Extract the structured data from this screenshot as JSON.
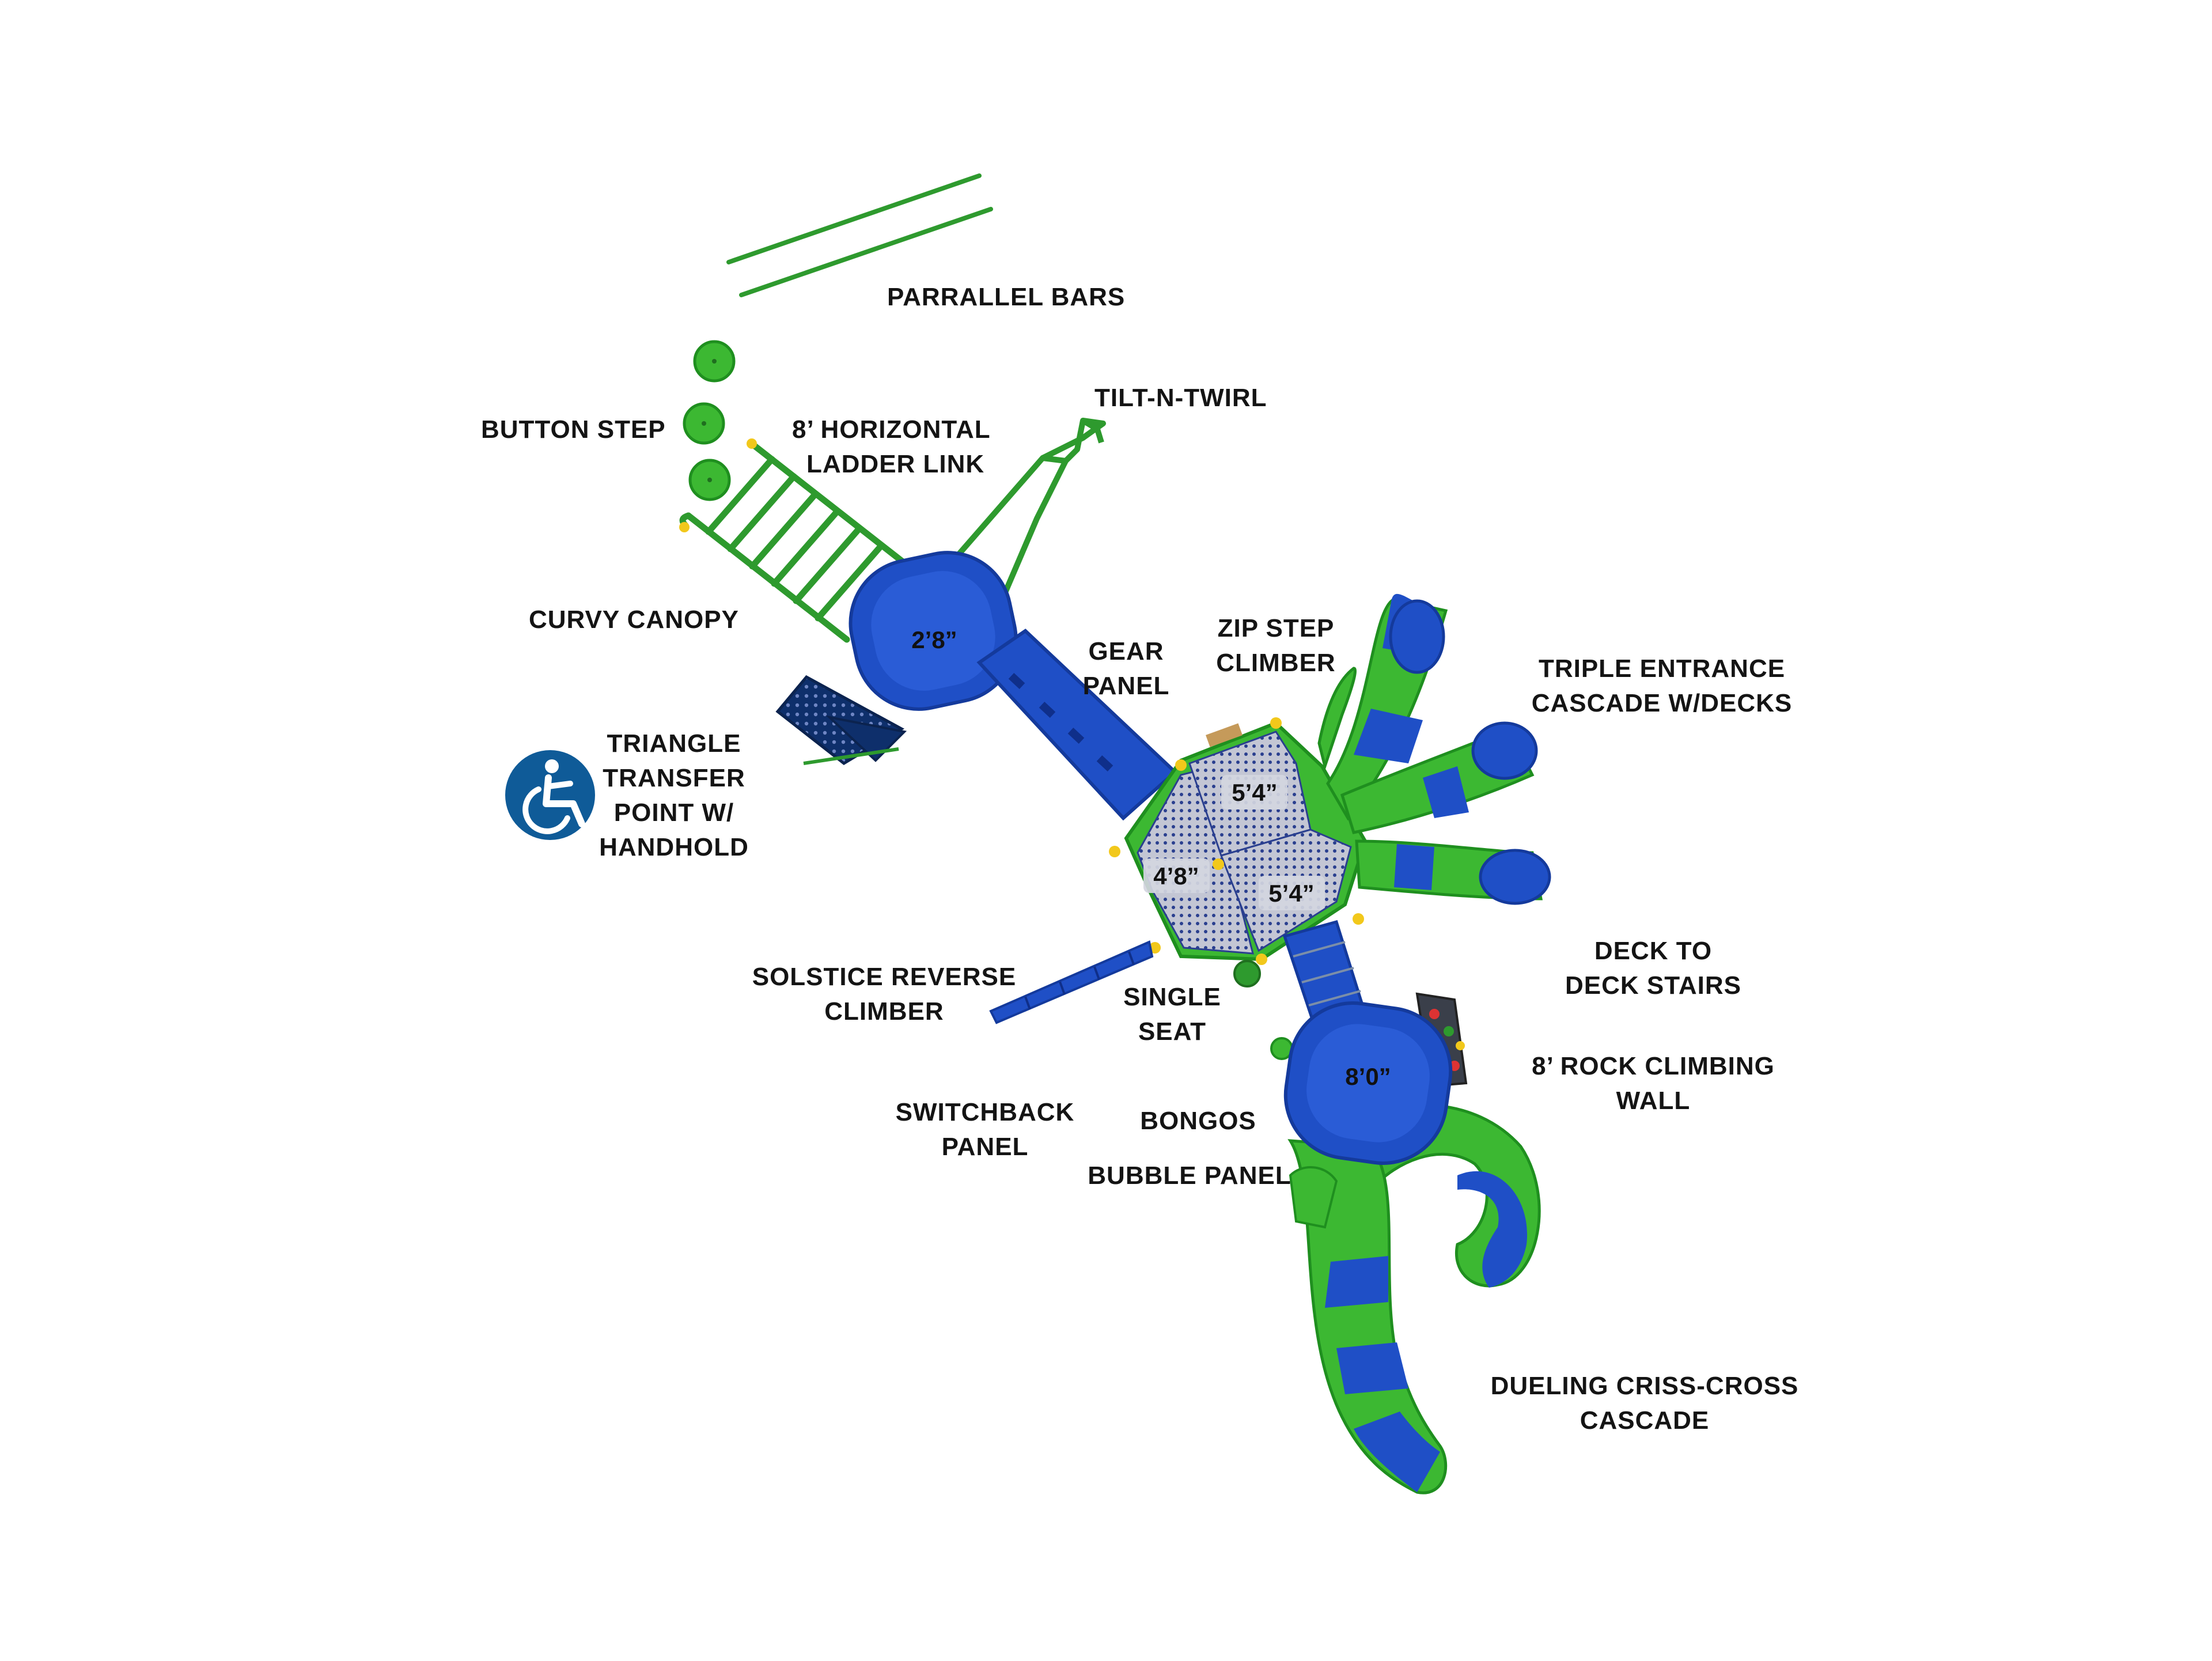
{
  "colors": {
    "blue": "#1f4fc6",
    "blue_dark": "#143a9c",
    "green": "#3cb832",
    "green_dark": "#1f8f1f",
    "navy": "#0e2f6b",
    "deck_gray": "#b8bccb",
    "yellow": "#f2c81b",
    "label": "#141414",
    "accessibility_badge": "#0f5b98"
  },
  "labels": {
    "parallel_bars": "PARRALLEL BARS",
    "tilt_n_twirl": "TILT-N-TWIRL",
    "button_step": "BUTTON STEP",
    "horizontal_ladder_1": "8’ HORIZONTAL",
    "horizontal_ladder_2": "LADDER LINK",
    "curvy_canopy": "CURVY CANOPY",
    "gear_panel_1": "GEAR",
    "gear_panel_2": "PANEL",
    "zip_step_1": "ZIP STEP",
    "zip_step_2": "CLIMBER",
    "triple_entrance_1": "TRIPLE ENTRANCE",
    "triple_entrance_2": "CASCADE W/DECKS",
    "triangle_transfer_1": "TRIANGLE",
    "triangle_transfer_2": "TRANSFER",
    "triangle_transfer_3": "POINT W/",
    "triangle_transfer_4": "HANDHOLD",
    "deck_to_deck_1": "DECK TO",
    "deck_to_deck_2": "DECK STAIRS",
    "solstice_1": "SOLSTICE REVERSE",
    "solstice_2": "CLIMBER",
    "single_seat_1": "SINGLE",
    "single_seat_2": "SEAT",
    "rock_wall_1": "8’ ROCK CLIMBING",
    "rock_wall_2": "WALL",
    "switchback_1": "SWITCHBACK",
    "switchback_2": "PANEL",
    "bongos": "BONGOS",
    "bubble_panel": "BUBBLE PANEL",
    "dueling_1": "DUELING CRISS-CROSS",
    "dueling_2": "CASCADE"
  },
  "deck_heights": {
    "upper_left_roof": "2’8”",
    "center_top": "5’4”",
    "center_left": "4’8”",
    "center_right": "5’4”",
    "lower_roof": "8’0”"
  },
  "icons": {
    "accessibility": "wheelchair-accessibility-icon"
  }
}
